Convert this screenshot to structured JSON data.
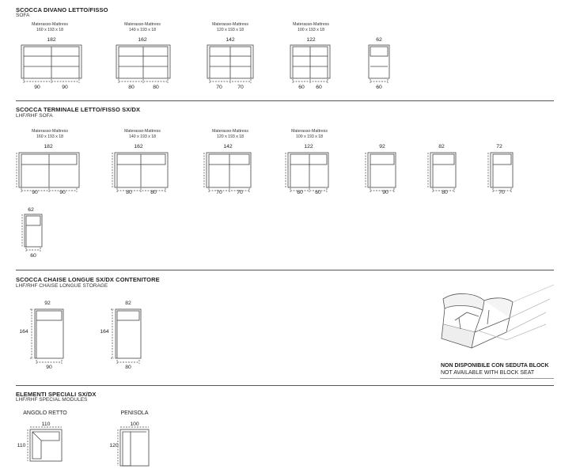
{
  "sections": {
    "s1": {
      "title": "SCOCCA DIVANO LETTO/FISSO",
      "subtitle": "SOFA"
    },
    "s2": {
      "title": "SCOCCA TERMINALE LETTO/FISSO SX/DX",
      "subtitle": "LHF/RHF SOFA"
    },
    "s3": {
      "title": "SCOCCA CHAISE LONGUE SX/DX CONTENITORE",
      "subtitle": "LHF/RHF CHAISE LONGUE STORAGE"
    },
    "s4": {
      "title": "ELEMENTI SPECIALI SX/DX",
      "subtitle": "LHF/RHF SPECIAL MODULES"
    }
  },
  "mattress": {
    "label": "Materasso-Mattress",
    "m160": "160 x 193 x 18",
    "m140": "140 x 193 x 18",
    "m120": "120 x 193 x 18",
    "m100": "100 x 193 x 18"
  },
  "dims": {
    "w182": "182",
    "w162": "162",
    "w142": "142",
    "w122": "122",
    "w92": "92",
    "w82": "82",
    "w72": "72",
    "w62": "62",
    "s90": "90",
    "s80": "80",
    "s70": "70",
    "s60": "60",
    "h164": "164",
    "w110": "110",
    "h110": "110",
    "w100": "100",
    "h120": "120"
  },
  "notice": {
    "it": "NON DISPONIBILE CON SEDUTA BLOCK",
    "en": "NOT AVAILABLE WITH BLOCK SEAT"
  },
  "special": {
    "angolo": "ANGOLO RETTO",
    "penisola": "PENISOLA"
  }
}
